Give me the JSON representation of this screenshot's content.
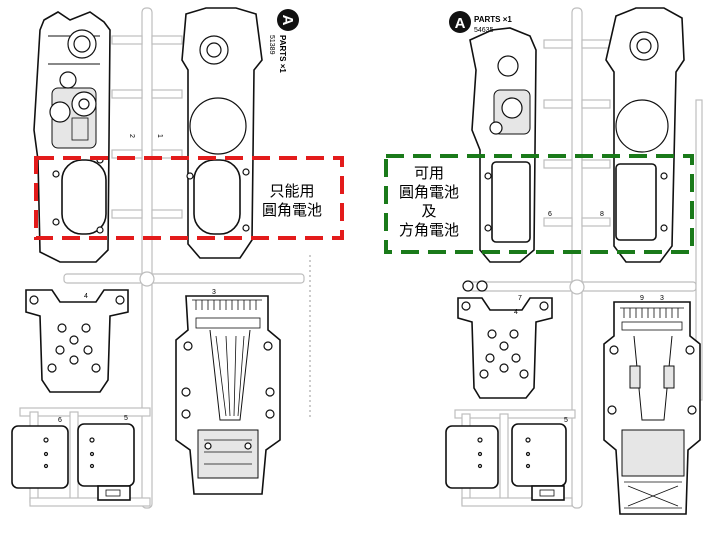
{
  "left_sheet": {
    "badge_letter": "A",
    "parts_label": "PARTS ×1",
    "part_number": "51389",
    "part_ids": {
      "p1": "1",
      "p2": "2",
      "p3": "3",
      "p4": "4",
      "p5": "5",
      "p6": "6"
    },
    "callout": {
      "line1": "只能用",
      "line2": "圓角電池",
      "color": "#e31b1b"
    }
  },
  "right_sheet": {
    "badge_letter": "A",
    "parts_label": "PARTS ×1",
    "part_number": "54635",
    "part_ids": {
      "p3": "3",
      "p4": "4",
      "p5": "5",
      "p6": "6",
      "p7": "7",
      "p8": "8",
      "p9": "9"
    },
    "callout": {
      "line1": "可用",
      "line2": "圓角電池",
      "line3": "及",
      "line4": "方角電池",
      "color": "#1a7a1a"
    }
  }
}
